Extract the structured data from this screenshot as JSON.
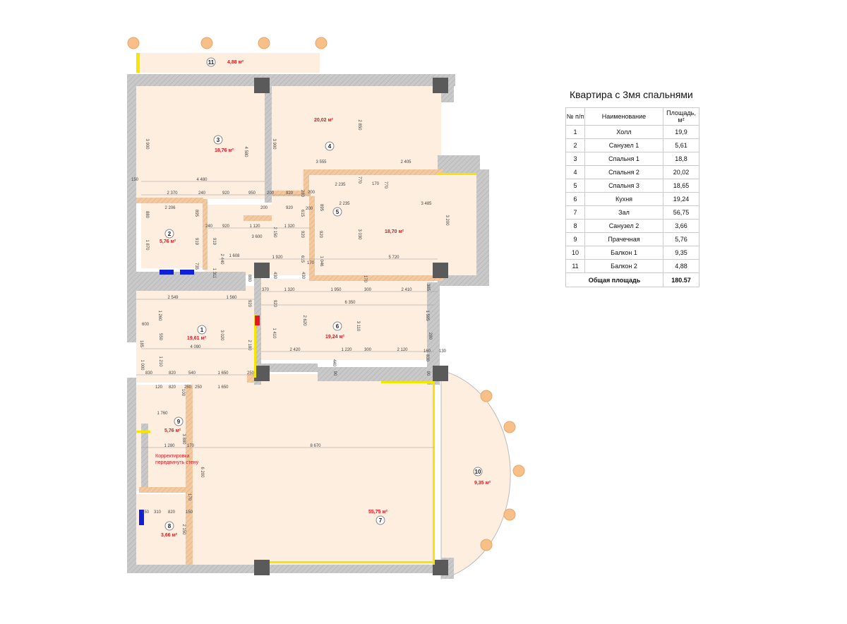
{
  "legend": {
    "title": "Квартира с 3мя спальнями",
    "headers": {
      "num": "№ п/п",
      "name": "Наименование",
      "area": "Площадь, м²"
    },
    "rows": [
      {
        "num": "1",
        "name": "Холл",
        "area": "19,9"
      },
      {
        "num": "2",
        "name": "Санузел 1",
        "area": "5,61"
      },
      {
        "num": "3",
        "name": "Спальня 1",
        "area": "18,8"
      },
      {
        "num": "4",
        "name": "Спальня 2",
        "area": "20,02"
      },
      {
        "num": "5",
        "name": "Спальня 3",
        "area": "18,65"
      },
      {
        "num": "6",
        "name": "Кухня",
        "area": "19,24"
      },
      {
        "num": "7",
        "name": "Зал",
        "area": "56,75"
      },
      {
        "num": "8",
        "name": "Санузел 2",
        "area": "3,66"
      },
      {
        "num": "9",
        "name": "Прачечная",
        "area": "5,76"
      },
      {
        "num": "10",
        "name": "Балкон 1",
        "area": "9,35"
      },
      {
        "num": "11",
        "name": "Балкон 2",
        "area": "4,88"
      }
    ],
    "total": {
      "label": "Общая площадь",
      "area": "180.57"
    }
  },
  "plan": {
    "rooms": [
      {
        "num": "11",
        "area": "4,88 м²"
      },
      {
        "num": "3",
        "area": "18,76 м²"
      },
      {
        "num": "4",
        "area": "20,02 м²"
      },
      {
        "num": "5",
        "area": "18,70 м²"
      },
      {
        "num": "2",
        "area": "5,76 м²"
      },
      {
        "num": "1",
        "area": "19,61 м²"
      },
      {
        "num": "6",
        "area": "19,24 м²"
      },
      {
        "num": "9",
        "area": "5,76 м²"
      },
      {
        "num": "8",
        "area": "3,66 м²"
      },
      {
        "num": "7",
        "area": "55,75 м²"
      },
      {
        "num": "10",
        "area": "9,35 м²"
      }
    ],
    "note": [
      "Корректировка",
      "передвинуть стену"
    ],
    "dimensions": [
      "3 900",
      "4 580",
      "3 900",
      "2 850",
      "3 555",
      "2 405",
      "4 480",
      "150",
      "2 235",
      "770",
      "170",
      "770",
      "2 370",
      "240",
      "920",
      "950",
      "200",
      "920",
      "280",
      "200",
      "2 206",
      "2 235",
      "3 485",
      "880",
      "895",
      "200",
      "920",
      "615",
      "200",
      "895",
      "3 200",
      "240",
      "920",
      "1 120",
      "1 320",
      "3 600",
      "2 150",
      "920",
      "920",
      "3 030",
      "919",
      "919",
      "1 870",
      "2 440",
      "1 608",
      "1 920",
      "615",
      "5 720",
      "1 046",
      "170",
      "735",
      "1 311",
      "880",
      "430",
      "430",
      "170",
      "370",
      "1 320",
      "1 950",
      "300",
      "2 410",
      "385",
      "2 549",
      "1 560",
      "920",
      "920",
      "6 350",
      "1 260",
      "2 620",
      "3 110",
      "1 595",
      "600",
      "550",
      "3 020",
      "1 410",
      "185",
      "4 090",
      "2 180",
      "2 420",
      "1 220",
      "300",
      "2 120",
      "280",
      "160",
      "130",
      "1 000",
      "1 210",
      "440",
      "830",
      "830",
      "820",
      "540",
      "1 650",
      "250",
      "90",
      "90",
      "120",
      "820",
      "100",
      "250",
      "250",
      "1 650",
      "1 760",
      "3 880",
      "1 280",
      "170",
      "8 670",
      "6 200",
      "170",
      "250",
      "310",
      "820",
      "150",
      "2 150"
    ],
    "colors": {
      "room": "#fdeee0",
      "wall": "#c9c9c9",
      "column": "#5a5a5a",
      "partition": "#f2c9a0",
      "label": "#e8141e",
      "plumbing": "#1020d8",
      "finish": "#f5e600"
    }
  }
}
